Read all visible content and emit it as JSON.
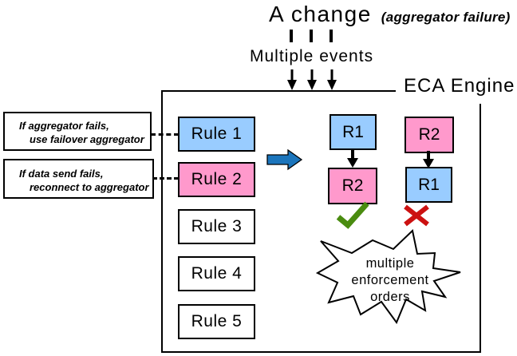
{
  "header": {
    "title": "A change",
    "subtitle": "(aggregator failure)",
    "events_label": "Multiple events"
  },
  "engine": {
    "label": "ECA Engine",
    "rules": [
      {
        "label": "Rule 1",
        "fill": "#99CCFF"
      },
      {
        "label": "Rule 2",
        "fill": "#FF99CC"
      },
      {
        "label": "Rule 3",
        "fill": "#FFFFFF"
      },
      {
        "label": "Rule 4",
        "fill": "#FFFFFF"
      },
      {
        "label": "Rule 5",
        "fill": "#FFFFFF"
      }
    ]
  },
  "annotations": [
    {
      "line1": "If aggregator fails,",
      "line2": "use failover aggregator"
    },
    {
      "line1": "If data send fails,",
      "line2": "reconnect to aggregator"
    }
  ],
  "orderings": [
    {
      "top": "R1",
      "bottom": "R2",
      "verdict": "valid"
    },
    {
      "top": "R2",
      "bottom": "R1",
      "verdict": "invalid"
    }
  ],
  "burst": {
    "line1": "multiple",
    "line2": "enforcement",
    "line3": "orders"
  },
  "icons": {
    "down_arrow": "down-arrow",
    "flow_arrow": "right-block-arrow",
    "checkmark": "green-check",
    "cross": "red-x"
  },
  "colors": {
    "rule_blue": "#99CCFF",
    "rule_pink": "#FF99CC",
    "flow_arrow_blue": "#1B75BC",
    "check_green": "#4A8C10",
    "cross_red": "#CC1111",
    "line_black": "#000000"
  }
}
